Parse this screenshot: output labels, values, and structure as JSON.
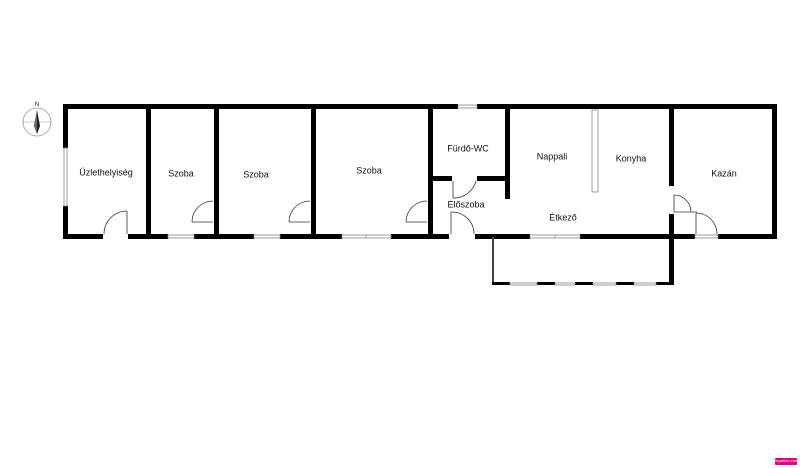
{
  "rooms": {
    "uzlethelyiseg": "Üzlethelyiség",
    "szoba_1": "Szoba",
    "szoba_2": "Szoba",
    "szoba_3": "Szoba",
    "furdo_wc": "Fürdő-WC",
    "nappali": "Nappali",
    "konyha": "Konyha",
    "kazan": "Kazán",
    "eloszoba": "Előszoba",
    "etkezo": "Étkező"
  },
  "compass": {
    "north_label": "N"
  },
  "badge": {
    "text": "Ingatlan.com"
  },
  "colors": {
    "wall": "#000000",
    "background": "#ffffff",
    "badge": "#e6007e"
  },
  "icons": [
    "compass-icon",
    "door-swing-icon",
    "window-icon"
  ]
}
